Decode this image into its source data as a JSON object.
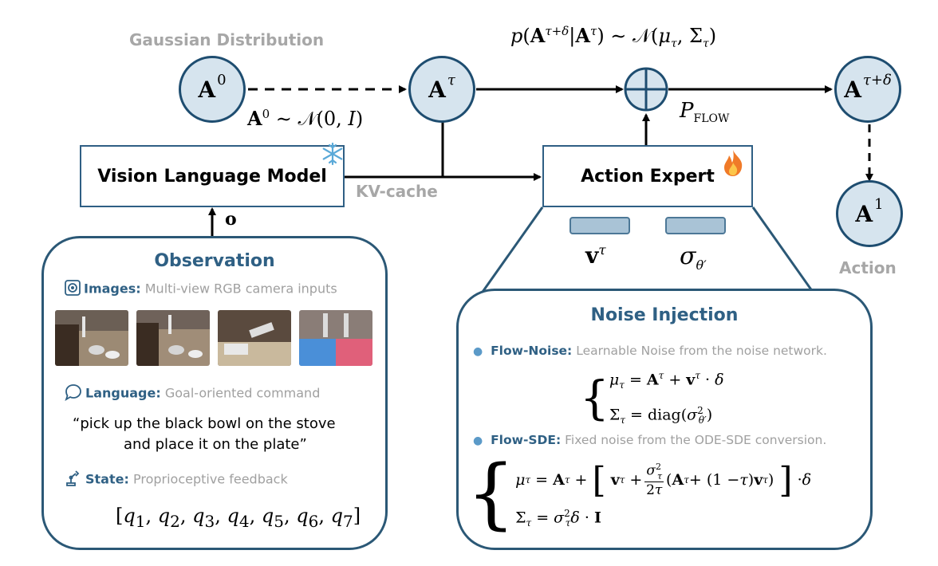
{
  "labels": {
    "gaussian": "Gaussian Distribution",
    "kv_cache": "KV-cache",
    "action": "Action",
    "obs_input": "o",
    "p_flow": "P",
    "p_flow_sub": "FLOW"
  },
  "nodes": {
    "a0": {
      "base": "A",
      "sup": "0"
    },
    "atau": {
      "base": "A",
      "sup": "τ"
    },
    "atau_delta": {
      "base": "A",
      "sup": "τ+δ"
    },
    "a1": {
      "base": "A",
      "sup": "1"
    }
  },
  "formulas": {
    "top": "p(A^{τ+δ}|A^{τ}) ~ N(μ_τ, Σ_τ)",
    "a0_dist": "A^0 ~ N(0, I)",
    "v_tau": "v^τ",
    "sigma_theta": "σ_θ′"
  },
  "boxes": {
    "vlm": "Vision Language Model",
    "action_expert": "Action Expert"
  },
  "observation": {
    "title": "Observation",
    "images_key": "Images:",
    "images_desc": "Multi-view RGB camera inputs",
    "language_key": "Language:",
    "language_desc": "Goal-oriented command",
    "quote_line1": "“pick up the black bowl on the stove",
    "quote_line2": "and place it on the plate”",
    "state_key": "State:",
    "state_desc": "Proprioceptive feedback",
    "state_vector": "[q1, q2, q3, q4, q5, q6, q7]"
  },
  "noise_injection": {
    "title": "Noise Injection",
    "flow_noise_key": "Flow-Noise:",
    "flow_noise_desc": "Learnable Noise from the noise network.",
    "flow_sde_key": "Flow-SDE:",
    "flow_sde_desc": "Fixed noise from the ODE-SDE conversion."
  },
  "icons": [
    "snowflake-icon",
    "flame-icon",
    "camera-icon",
    "speech-bubble-icon",
    "robot-arm-icon"
  ],
  "colors": {
    "node_fill": "#d6e4ee",
    "node_border": "#1e4d70",
    "accent": "#2f6084",
    "gray": "#a7a7a7"
  }
}
